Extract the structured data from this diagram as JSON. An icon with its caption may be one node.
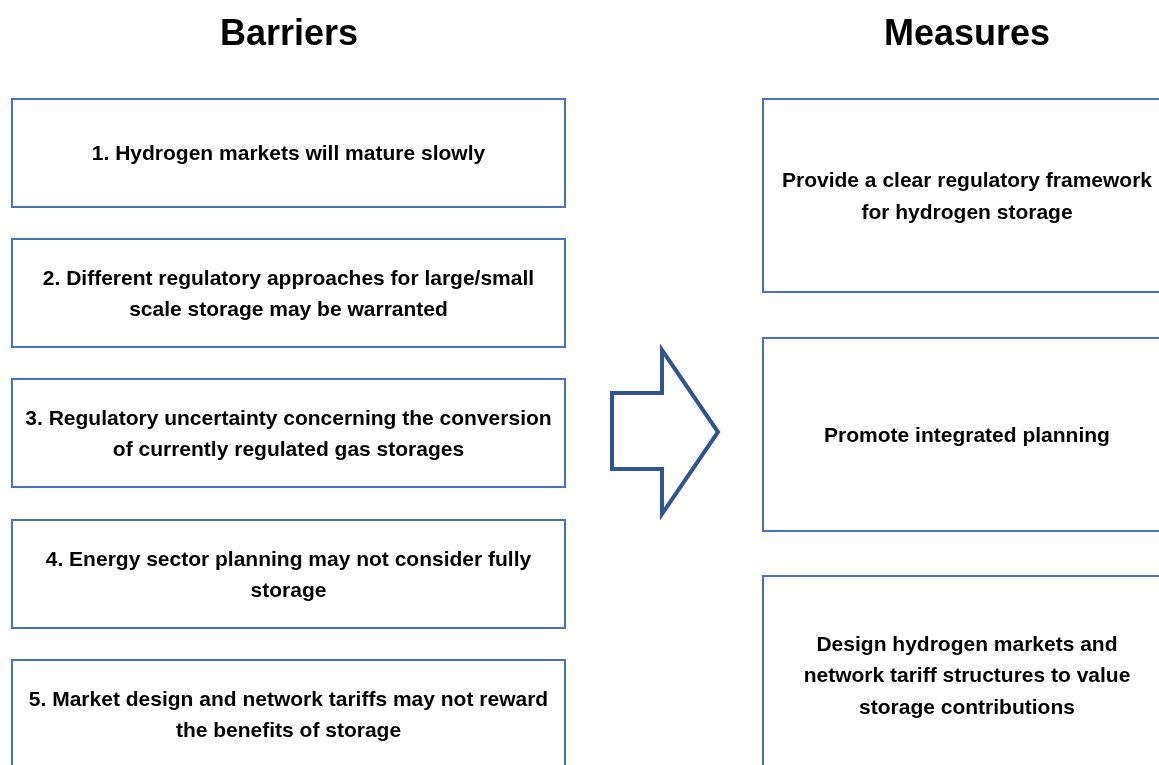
{
  "diagram": {
    "nodes": [
      {
        "text": [
          "1. Hydrogen markets will mature slowly"
        ]
      },
      {
        "text": [
          "2. Different regulatory approaches for large/small scale storage may be warranted"
        ]
      },
      {
        "text": [
          "3. Regulatory uncertainty concerning the conversion of currently regulated gas storages"
        ]
      },
      {
        "text": [
          "4. Energy sector planning may not consider fully storage"
        ]
      },
      {
        "text": [
          "5. Market design and network tariffs may not reward the benefits of storage"
        ]
      },
      {
        "text": [
          "Provide a clear regulatory framework for hydrogen storage"
        ]
      },
      {
        "text": [
          "Promote integrated planning"
        ]
      },
      {
        "text": [
          "Design hydrogen markets and network tariff structures to value storage contributions"
        ]
      }
    ],
    "labels": [
      "Barriers",
      "Measures"
    ]
  }
}
